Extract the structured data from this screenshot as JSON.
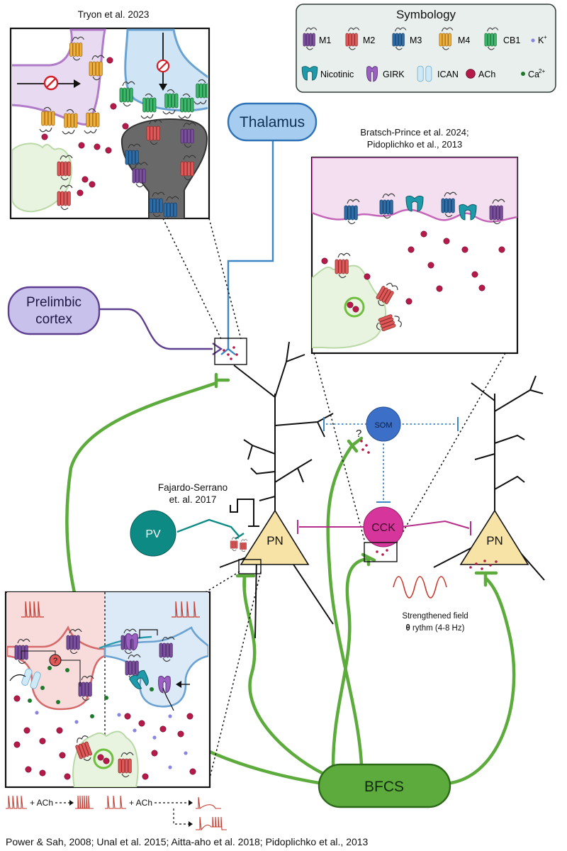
{
  "citations": {
    "tryon": "Tryon et al. 2023",
    "bratsch_1": "Bratsch-Prince et al. 2024;",
    "bratsch_2": "Pidoplichko et al., 2013",
    "fajardo_1": "Fajardo-Serrano",
    "fajardo_2": "et. al. 2017",
    "bottom": "Power & Sah, 2008; Unal et al. 2015; Aitta-aho et al. 2018; Pidoplichko et al., 2013"
  },
  "symbology": {
    "title": "Symbology",
    "items": {
      "m1": "M1",
      "m2": "M2",
      "m3": "M3",
      "m4": "M4",
      "cb1": "CB1",
      "k": "K",
      "k_sup": "+",
      "nicotinic": "Nicotinic",
      "girk": "GIRK",
      "ican": "ICAN",
      "ach": "ACh",
      "ca": "Ca",
      "ca_sup": "2+"
    }
  },
  "regions": {
    "thalamus": "Thalamus",
    "prelimbic_1": "Prelimbic",
    "prelimbic_2": "cortex",
    "bfcs": "BFCS"
  },
  "cells": {
    "som": "SOM",
    "cck": "CCK",
    "pv": "PV",
    "pn_left": "PN",
    "pn_right": "PN",
    "question": "?"
  },
  "theta": {
    "line1": "Strengthened field",
    "symbol": "θ",
    "line2": " rythm (4-8 Hz)"
  },
  "traces": {
    "ach_1": "+ ACh",
    "ach_2": "+ ACh"
  },
  "colors": {
    "m1": "#7a4f9e",
    "m2": "#e05858",
    "m3": "#2e6ea8",
    "m4": "#f0ae3a",
    "cb1": "#3cb86a",
    "k": "#8a86e0",
    "nicotinic": "#1f9aaa",
    "girk": "#9a60c2",
    "ican": "#bfe4f4",
    "ach": "#b51a4a",
    "ca": "#1d7a2c",
    "green_fiber": "#5cab3c",
    "som": "#3c6fc7",
    "cck": "#d6359b",
    "pv": "#0e8a84",
    "pn": "#f6e3a5",
    "bfcs": "#5cab3c",
    "thalamus": "#a6cdef",
    "prelimbic": "#c8c1ec"
  }
}
